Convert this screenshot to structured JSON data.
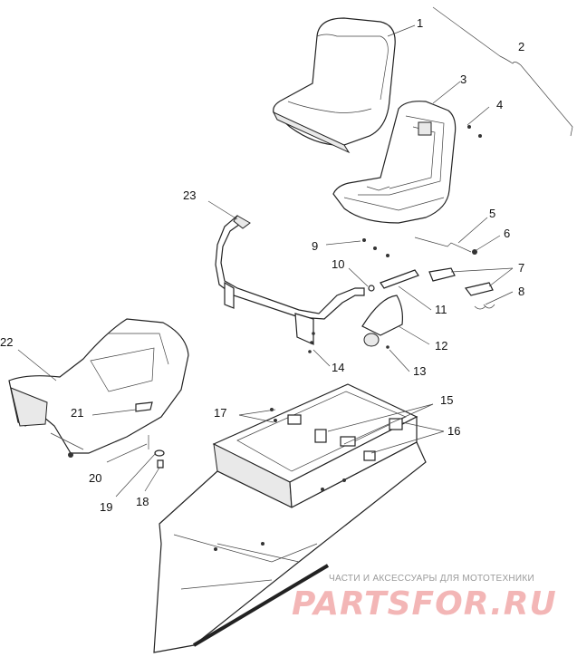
{
  "callouts": [
    "1",
    "2",
    "3",
    "4",
    "5",
    "6",
    "7",
    "8",
    "9",
    "10",
    "11",
    "12",
    "13",
    "14",
    "15",
    "16",
    "17",
    "18",
    "19",
    "20",
    "21",
    "22",
    "23"
  ],
  "watermark": {
    "tagline": "ЧАСТИ И АКСЕССУАРЫ ДЛЯ МОТОТЕХНИКИ",
    "logo": "PARTSFOR.RU"
  },
  "colors": {
    "line": "#222222",
    "watermark_logo": "#f3b6b6",
    "watermark_text": "#9a9a9a"
  }
}
